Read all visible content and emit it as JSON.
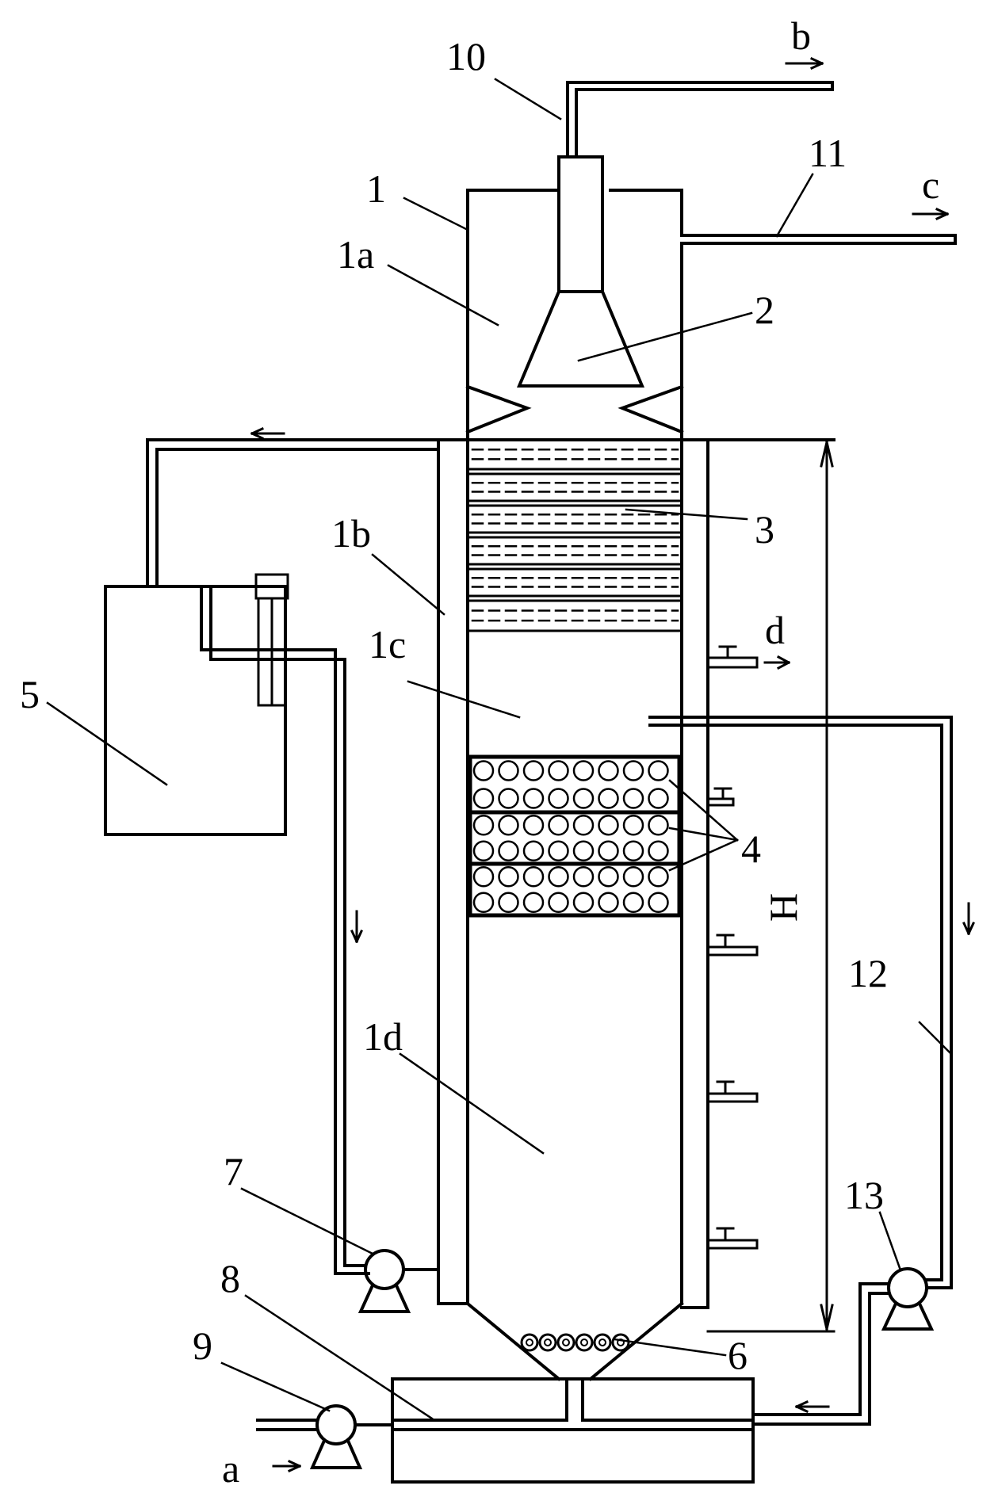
{
  "colors": {
    "ink": "#000000",
    "paper": "#ffffff"
  },
  "callouts": {
    "n1": "1",
    "n1a": "1a",
    "n1b": "1b",
    "n1c": "1c",
    "n1d": "1d",
    "n2": "2",
    "n3": "3",
    "n4": "4",
    "n5": "5",
    "n6": "6",
    "n7": "7",
    "n8": "8",
    "n9": "9",
    "n10": "10",
    "n11": "11",
    "n12": "12",
    "n13": "13"
  },
  "streams": {
    "a": "a",
    "b": "b",
    "c": "c",
    "d": "d"
  },
  "dimension": {
    "height": "H"
  }
}
